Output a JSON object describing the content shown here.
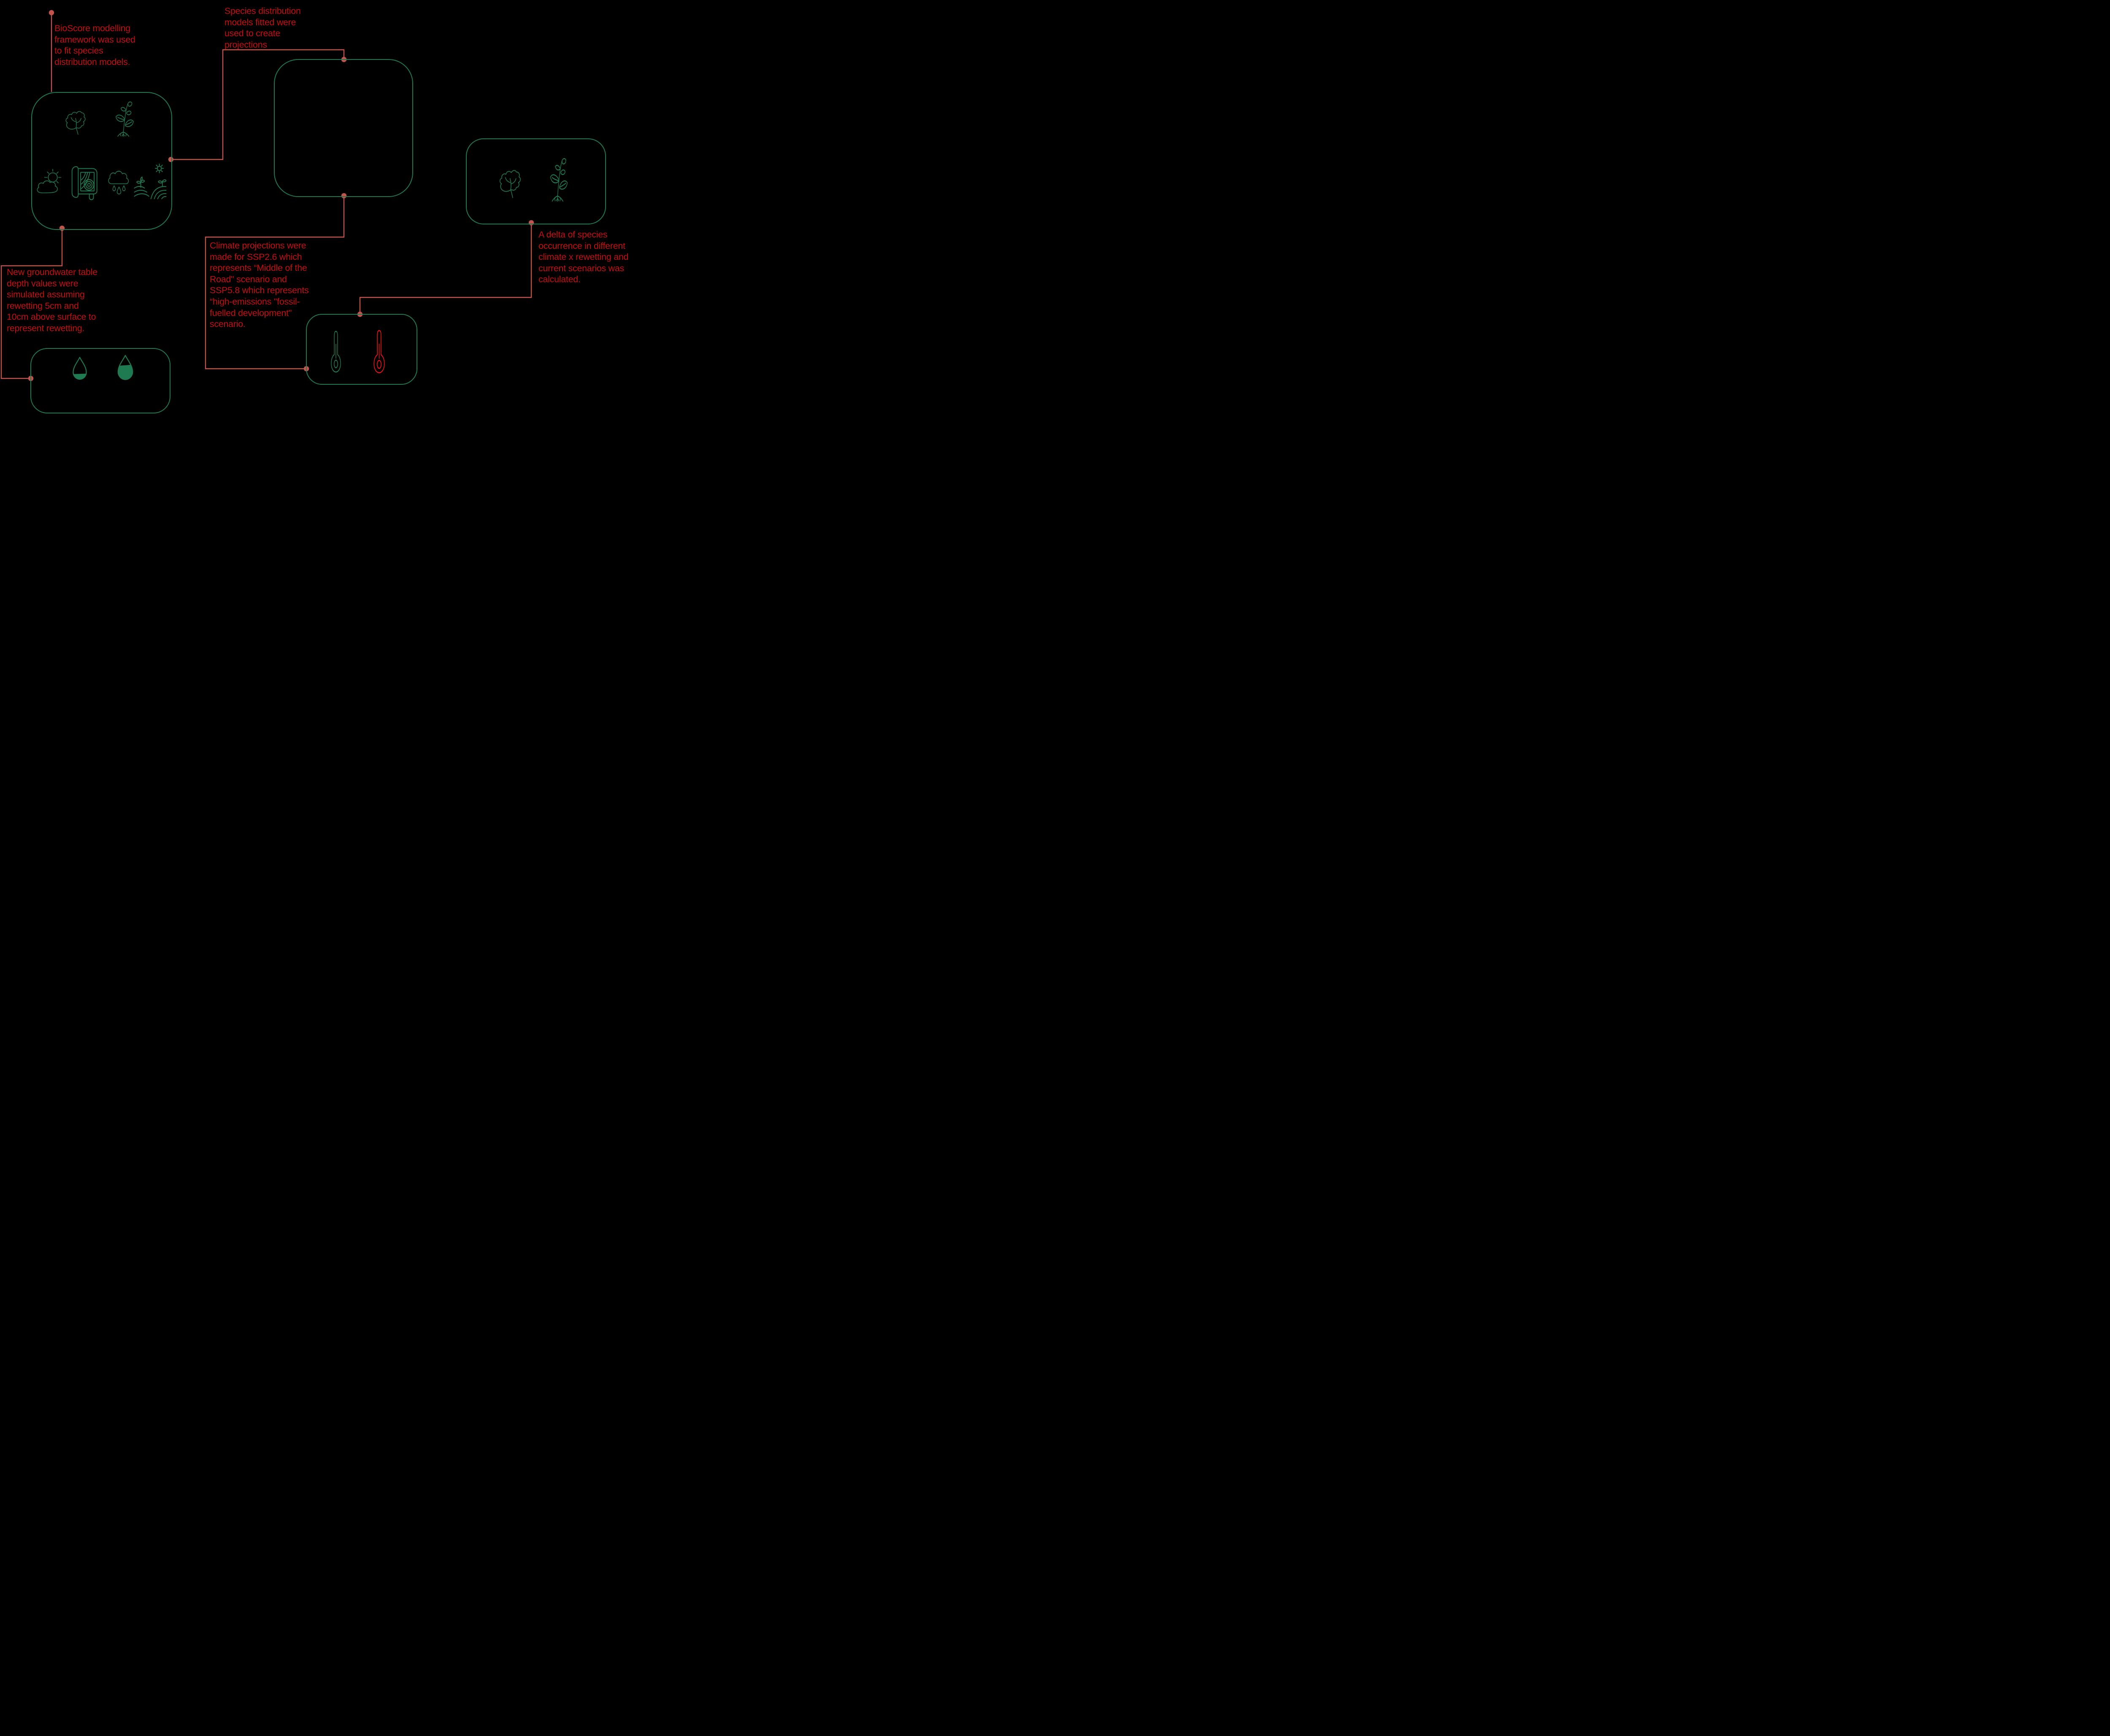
{
  "colors": {
    "background": "#000000",
    "box_border_green": "#1f7a52",
    "annotation_red": "#c50d0e",
    "connector_salmon": "#c2544d",
    "icon_green": "#1f7a52",
    "icon_alert_red": "#ea1111",
    "droplet_fill_green": "#1f7a52"
  },
  "annotations": {
    "bioscore": "BioScore modelling\nframework was used\nto fit species\ndistribution models.",
    "species_models": "Species distribution\nmodels fitted were\nused to create\nprojections",
    "groundwater": "New groundwater table\ndepth values were\nsimulated assuming\nrewetting 5cm and\n10cm above surface to\nrepresent rewetting.",
    "climate": "Climate projections were\nmade for SSP2.6 which\nrepresents “Middle of the\nRoad\" scenario and\nSSP5.8 which represents\n“high-emissions \"fossil-\nfuelled development\"\nscenario.",
    "delta": "A delta of species\noccurrence in different\nclimate x rewetting and\ncurrent scenarios was\ncalculated."
  },
  "boxes": {
    "environment_inputs": {
      "icons": [
        "lichen-icon",
        "plant-roots-icon",
        "sun-cloud-icon",
        "topographic-map-icon",
        "rain-cloud-icon",
        "field-icon"
      ]
    },
    "model": {
      "icons": []
    },
    "species_occurrence": {
      "icons": [
        "lichen-icon",
        "plant-roots-icon"
      ]
    },
    "rewetting_droplets": {
      "icons": [
        "droplet-low-icon",
        "droplet-high-icon"
      ]
    },
    "climate_scenarios": {
      "icons": [
        "thermometer-green-icon",
        "thermometer-red-icon"
      ]
    }
  }
}
